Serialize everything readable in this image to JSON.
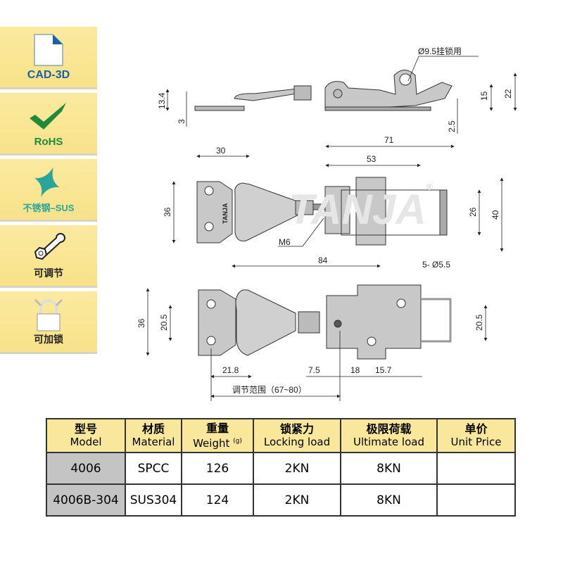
{
  "sidebar": {
    "items": [
      {
        "label": "CAD-3D",
        "icon": "document-icon",
        "color": "#1d5fa6"
      },
      {
        "label": "RoHS",
        "icon": "checkmark-icon",
        "color": "#1e8a3a"
      },
      {
        "label": "不锈钢–SUS",
        "icon": "sparkle-icon",
        "color": "#2aa59a"
      },
      {
        "label": "可调节",
        "icon": "wrench-icon",
        "color": "#222222"
      },
      {
        "label": "可加锁",
        "icon": "padlock-icon",
        "color": "#222222"
      }
    ]
  },
  "drawing": {
    "watermark": "TANJA",
    "plate_mark": "TANJA",
    "registered": "®",
    "side_view": {
      "hole_note": "Ø9.5挂锁用",
      "dims": [
        "13.4",
        "3",
        "15",
        "22",
        "2.5"
      ]
    },
    "top_view": {
      "dims": [
        "30",
        "71",
        "53",
        "36",
        "26",
        "40",
        "84"
      ],
      "thread": "M6",
      "holes": "5- Ø5.5"
    },
    "bottom_view": {
      "dims": [
        "36",
        "20.5",
        "20.5",
        "21.8",
        "7.5",
        "18",
        "15.7"
      ],
      "range": "调节范围（67~80）"
    }
  },
  "table": {
    "headers": [
      {
        "cn": "型号",
        "en": "Model"
      },
      {
        "cn": "材质",
        "en": "Material"
      },
      {
        "cn": "重量",
        "en": "Weight",
        "unit": "(g)"
      },
      {
        "cn": "锁紧力",
        "en": "Locking load"
      },
      {
        "cn": "极限荷载",
        "en": "Ultimate load"
      },
      {
        "cn": "单价",
        "en": "Unit Price"
      }
    ],
    "rows": [
      [
        "4006",
        "SPCC",
        "126",
        "2KN",
        "8KN",
        ""
      ],
      [
        "4006B-304",
        "SUS304",
        "124",
        "2KN",
        "8KN",
        ""
      ]
    ]
  }
}
